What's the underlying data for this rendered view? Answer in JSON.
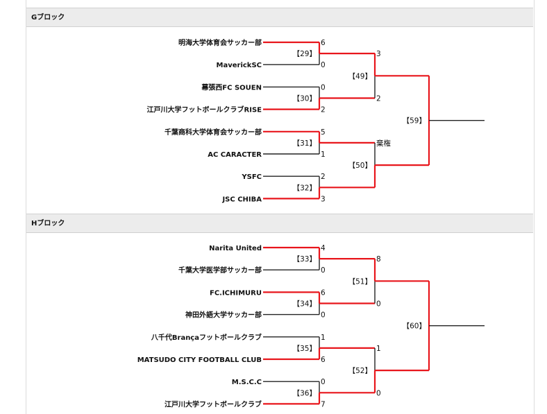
{
  "colors": {
    "win": "#e8151b",
    "line": "#222222",
    "header_bg": "#ececec"
  },
  "blocks": [
    {
      "title": "Gブロック",
      "teams": [
        "明海大学体育会サッカー部",
        "MaverickSC",
        "幕張西FC SOUEN",
        "江戸川大学フットボールクラブRISE",
        "千葉商科大学体育会サッカー部",
        "AC CARACTER",
        "YSFC",
        "JSC CHIBA"
      ],
      "r1_scores": [
        [
          "6",
          "0"
        ],
        [
          "0",
          "2"
        ],
        [
          "5",
          "1"
        ],
        [
          "2",
          "3"
        ]
      ],
      "r1_labels": [
        "【29】",
        "【30】",
        "【31】",
        "【32】"
      ],
      "r1_winner": [
        0,
        1,
        0,
        1
      ],
      "r2_scores": [
        [
          "3",
          "2"
        ],
        [
          "棄権",
          ""
        ]
      ],
      "r2_labels": [
        "【49】",
        "【50】"
      ],
      "r2_winner": [
        0,
        1
      ],
      "final_label": "【59】",
      "final_winner": null
    },
    {
      "title": "Hブロック",
      "teams": [
        "Narita United",
        "千葉大学医学部サッカー部",
        "FC.ICHIMURU",
        "神田外語大学サッカー部",
        "八千代Brançaフットボールクラブ",
        "MATSUDO CITY FOOTBALL CLUB",
        "M.S.C.C",
        "江戸川大学フットボールクラブ"
      ],
      "r1_scores": [
        [
          "4",
          "0"
        ],
        [
          "6",
          "0"
        ],
        [
          "1",
          "6"
        ],
        [
          "0",
          "7"
        ]
      ],
      "r1_labels": [
        "【33】",
        "【34】",
        "【35】",
        "【36】"
      ],
      "r1_winner": [
        0,
        0,
        1,
        1
      ],
      "r2_scores": [
        [
          "8",
          "0"
        ],
        [
          "1",
          "0"
        ]
      ],
      "r2_labels": [
        "【51】",
        "【52】"
      ],
      "r2_winner": [
        0,
        1
      ],
      "final_label": "【60】",
      "final_winner": null
    }
  ]
}
